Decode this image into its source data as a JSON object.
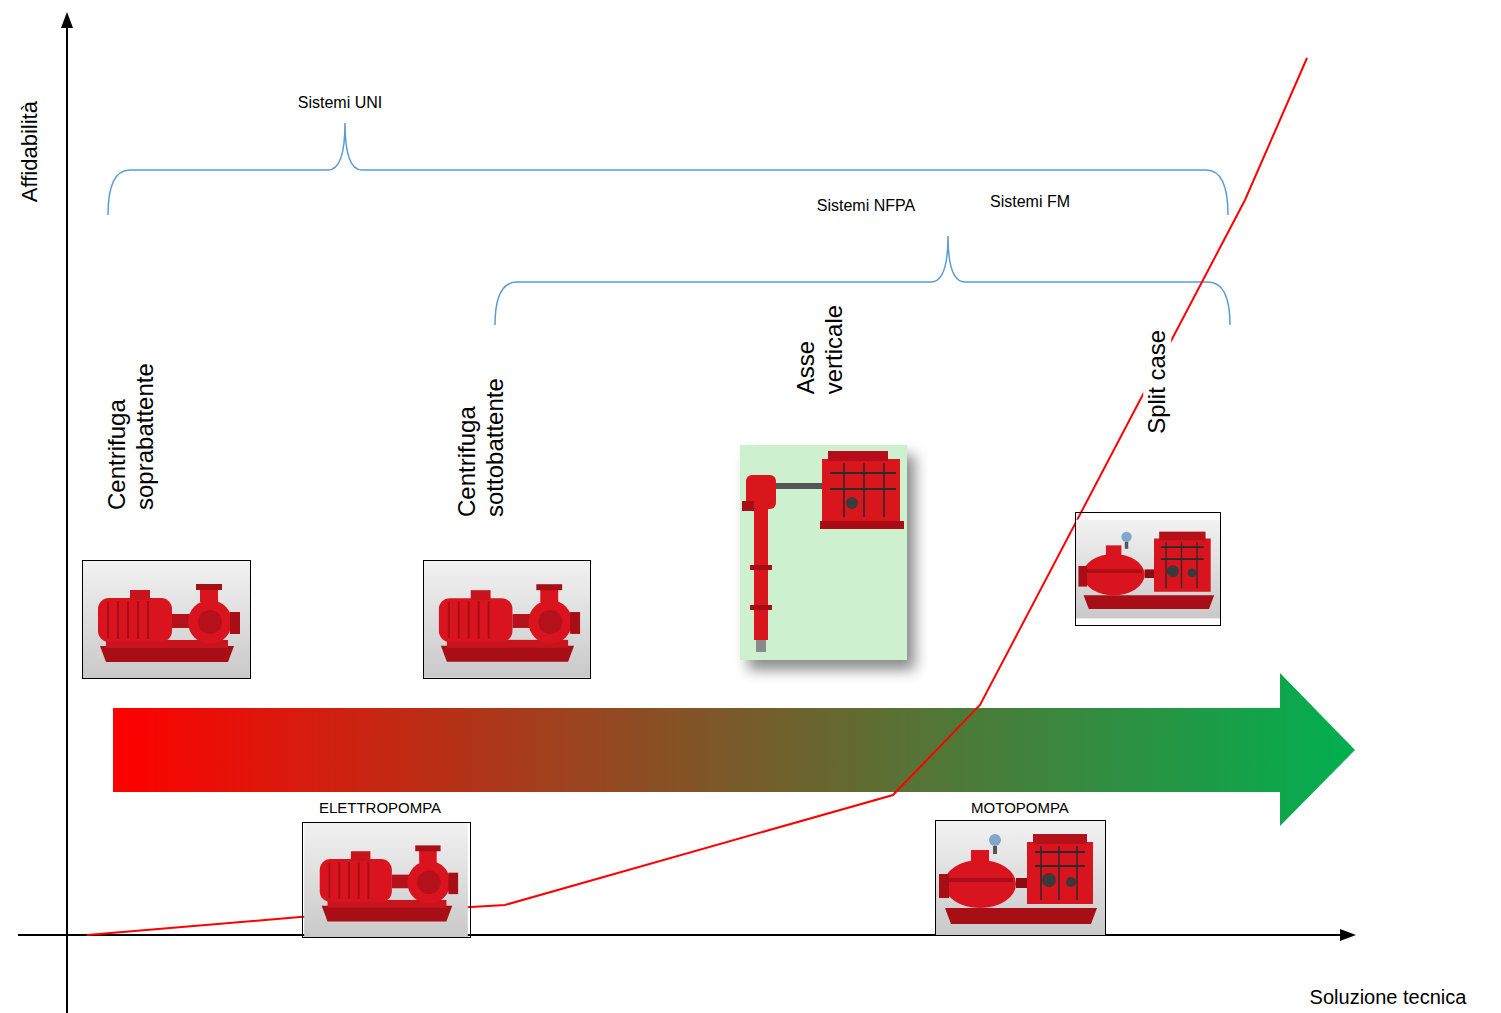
{
  "diagram": {
    "labels": [
      "Affidabilità",
      "Sistemi UNI",
      "Sistemi NFPA",
      "Sistemi FM",
      "Centrifuga soprabattente",
      "Centrifuga sottobattente",
      "Asse verticale",
      "Split case",
      "ELETTROPOMPA",
      "MOTOPOMPA",
      "Soluzione tecnica"
    ]
  }
}
